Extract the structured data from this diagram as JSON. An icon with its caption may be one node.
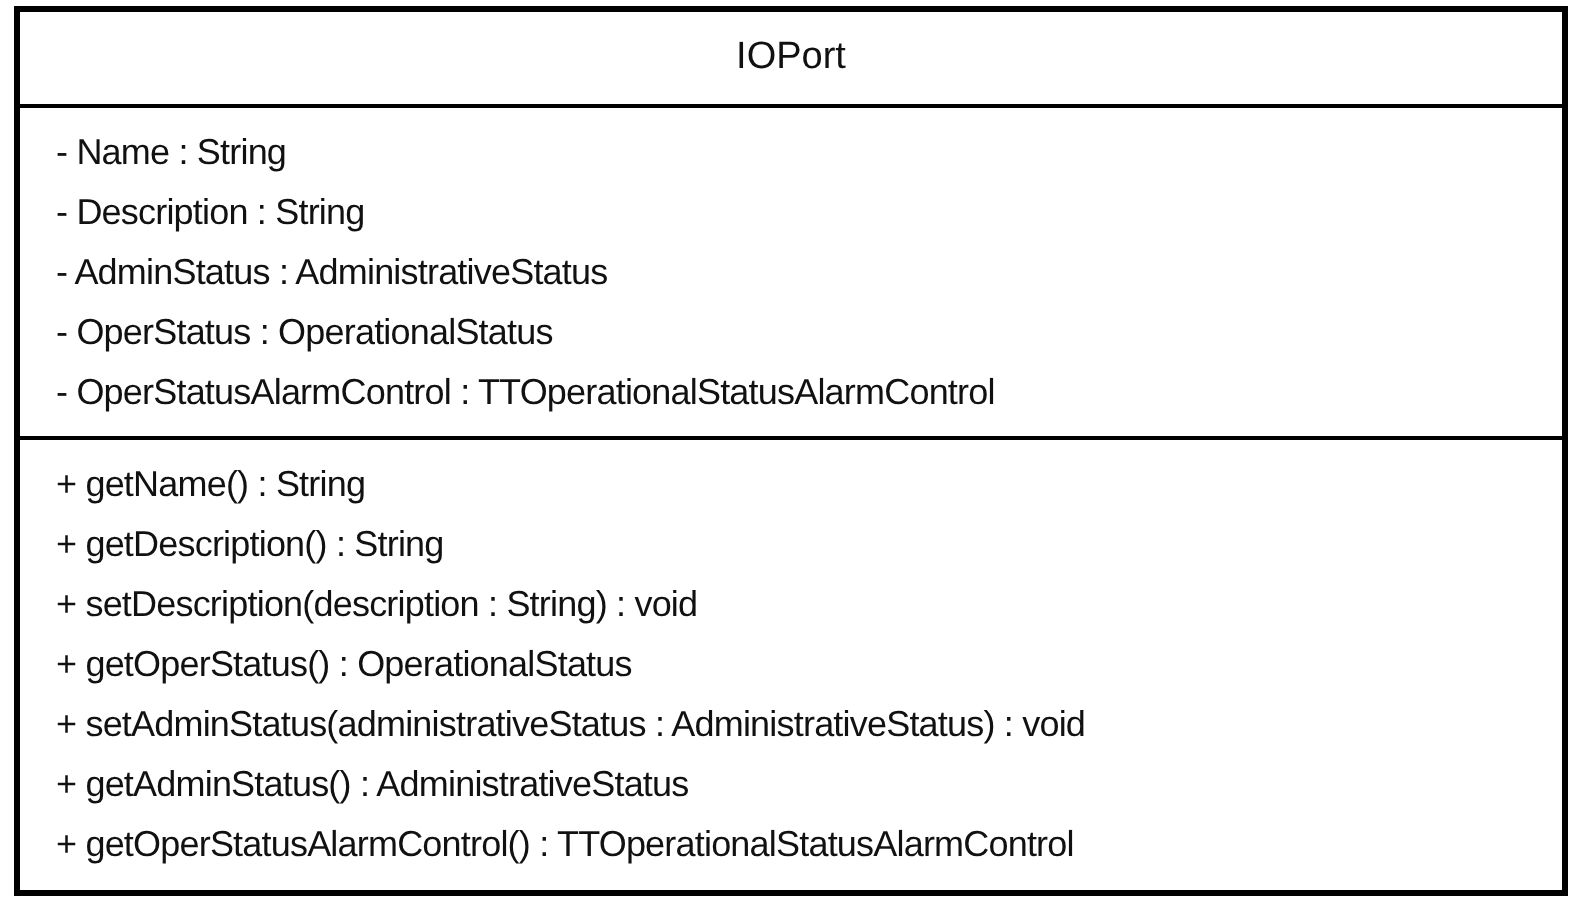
{
  "diagram": {
    "nodes": [
      {
        "text": [
          "IOPort"
        ]
      },
      {
        "text": [
          "- Name : String",
          "- Description : String",
          "- AdminStatus : AdministrativeStatus",
          "- OperStatus : OperationalStatus",
          "- OperStatusAlarmControl : TTOperationalStatusAlarmControl"
        ],
        "in": 0
      },
      {
        "text": [
          "+ getName() : String",
          "+ getDescription() : String",
          "+ setDescription(description : String) : void",
          "+ getOperStatus() : OperationalStatus",
          "+ setAdminStatus(administrativeStatus : AdministrativeStatus) : void",
          "+ getAdminStatus() : AdministrativeStatus",
          "+ getOperStatusAlarmControl() : TTOperationalStatusAlarmControl"
        ],
        "in": 0
      }
    ]
  }
}
